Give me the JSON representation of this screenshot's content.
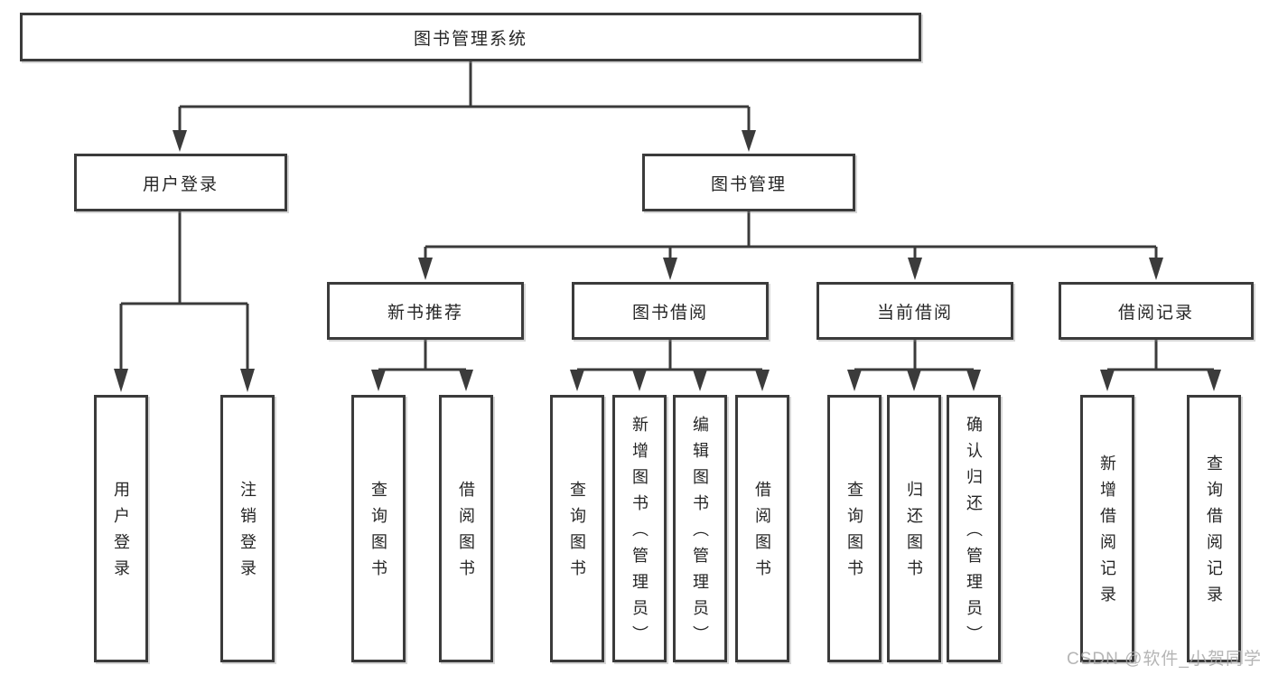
{
  "diagram": {
    "root": "图书管理系统",
    "level2": {
      "user_login": "用户登录",
      "book_mgmt": "图书管理"
    },
    "level3": {
      "new_book_recommend": "新书推荐",
      "book_borrow": "图书借阅",
      "current_borrow": "当前借阅",
      "borrow_record": "借阅记录"
    },
    "leaves": [
      "用户登录",
      "注销登录",
      "查询图书",
      "借阅图书",
      "查询图书",
      "新增图书（管理员）",
      "编辑图书（管理员）",
      "借阅图书",
      "查询图书",
      "归还图书",
      "确认归还（管理员）",
      "新增借阅记录",
      "查询借阅记录"
    ],
    "watermark": "CSDN @软件_小贺同学",
    "colors": {
      "line": "#3b3b3b",
      "border": "#3b3b3b",
      "background": "#ffffff",
      "text": "#262626",
      "watermark": "#a8a8a8"
    }
  }
}
